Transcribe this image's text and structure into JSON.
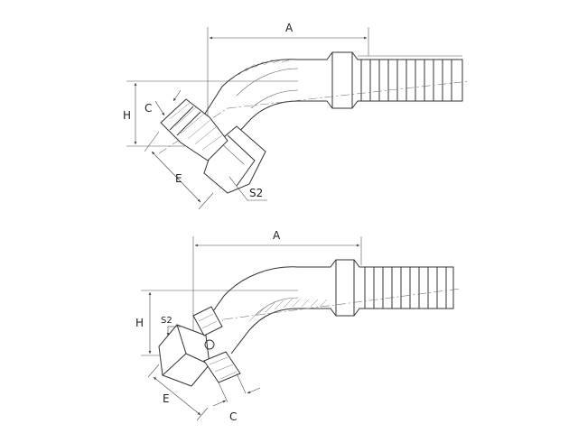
{
  "top_view": {
    "labels": {
      "a": "A",
      "h": "H",
      "c": "C",
      "e": "E",
      "s2": "S2"
    }
  },
  "bottom_view": {
    "labels": {
      "a": "A",
      "h": "H",
      "c": "C",
      "e": "E",
      "s2": "S2"
    }
  },
  "colors": {
    "line": "#333333",
    "background": "#ffffff"
  }
}
